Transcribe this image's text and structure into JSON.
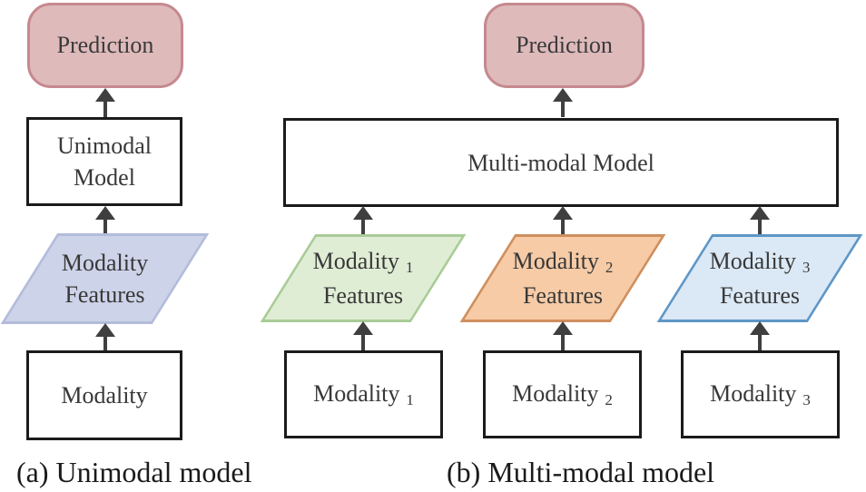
{
  "figure": {
    "panel_a": {
      "caption": "(a) Unimodal model",
      "prediction_label": "Prediction",
      "model_label_line1": "Unimodal",
      "model_label_line2": "Model",
      "features_label_line1": "Modality",
      "features_label_line2": "Features",
      "modality_label": "Modality",
      "features_fill": "#cdd3e8",
      "features_border": "#b3bcdb"
    },
    "panel_b": {
      "caption": "(b) Multi-modal model",
      "prediction_label": "Prediction",
      "model_label": "Multi-modal Model",
      "columns": [
        {
          "features_word": "Modality",
          "features_sub": "1",
          "features_line2": "Features",
          "modality_word": "Modality",
          "modality_sub": "1",
          "fill": "#e0edd5",
          "border": "#a9cc97"
        },
        {
          "features_word": "Modality",
          "features_sub": "2",
          "features_line2": "Features",
          "modality_word": "Modality",
          "modality_sub": "2",
          "fill": "#f6cba6",
          "border": "#cf8f5e"
        },
        {
          "features_word": "Modality",
          "features_sub": "3",
          "features_line2": "Features",
          "modality_word": "Modality",
          "modality_sub": "3",
          "fill": "#dbe8f5",
          "border": "#5e96c6"
        }
      ]
    },
    "colors": {
      "prediction_fill": "#dfbabb",
      "prediction_border": "#c5898f",
      "box_border": "#1b1b1b",
      "arrow": "#3f3f3f",
      "text": "#383838"
    }
  }
}
